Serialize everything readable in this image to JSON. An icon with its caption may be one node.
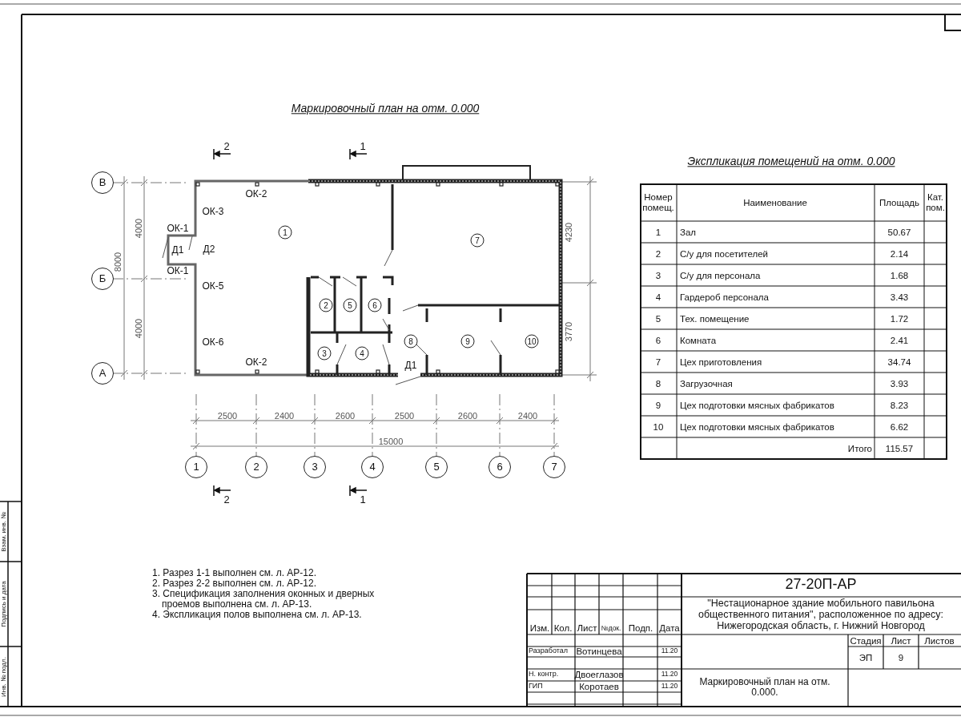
{
  "diagram": {
    "title": "Маркировочный план на отм. 0.000",
    "labels": [
      "2",
      "1",
      "Экспликация помещений на отм. 0.000",
      "В",
      "ОК-2",
      "ОК-3",
      "4000",
      "4230",
      "ОК-1",
      "1",
      "7",
      "8000",
      "Д1",
      "Д2",
      "ОК-1",
      "Б",
      "ОК-5",
      "2",
      "5",
      "6",
      "4000",
      "3770",
      "ОК-6",
      "3",
      "4",
      "8",
      "9",
      "10",
      "Д1",
      "ОК-2",
      "А",
      "2500",
      "2400",
      "2600",
      "2500",
      "2600",
      "2400",
      "15000",
      "1",
      "2",
      "3",
      "4",
      "5",
      "6",
      "7",
      "2",
      "1",
      "Номер помещ.",
      "Наименование",
      "Площадь",
      "Кат. пом.",
      "1",
      "Зал",
      "50.67",
      "2",
      "С/у для посетителей",
      "2.14",
      "3",
      "С/у для персонала",
      "1.68",
      "4",
      "Гардероб персонала",
      "3.43",
      "5",
      "Тех. помещение",
      "1.72",
      "6",
      "Комната",
      "2.41",
      "7",
      "Цех приготовления",
      "34.74",
      "8",
      "Загрузочная",
      "3.93",
      "9",
      "Цех подготовки мясных фабрикатов",
      "8.23",
      "10",
      "Цех подготовки мясных фабрикатов",
      "6.62",
      "Итого",
      "115.57",
      "1. Разрез 1-1 выполнен см. л. АР-12.",
      "2. Разрез 2-2 выполнен см. л. АР-12.",
      "3. Спецификация заполнения оконных и дверных проемов выполнена см. л. АР-13.",
      "4. Экспликация полов выполнена см. л. АР-13.",
      "27-20П-АР",
      "\"Нестационарное здание мобильного павильона общественного питания\", расположенное по адресу: Нижегородская область, г. Нижний Новгород",
      "Изм.",
      "Кол.",
      "Лист",
      "№док.",
      "Подп.",
      "Дата",
      "Разработал",
      "Вотинцева",
      "11.20",
      "Стадия",
      "Лист",
      "Листов",
      "ЭП",
      "9",
      "Н. контр.",
      "Двоеглазов",
      "11.20",
      "ГИП",
      "Коротаев",
      "11.20",
      "Маркировочный план на отм. 0.000.",
      "Взам. инв. №",
      "Подпись и дата",
      "Инв. № подл."
    ]
  }
}
